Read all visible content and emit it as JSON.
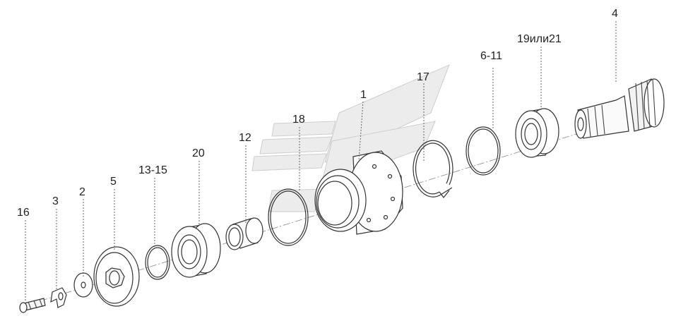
{
  "callouts": {
    "c16": "16",
    "c3": "3",
    "c2": "2",
    "c5": "5",
    "c13_15": "13-15",
    "c20": "20",
    "c12": "12",
    "c18": "18",
    "c1": "1",
    "c17": "17",
    "c6_11": "6-11",
    "c19_21": "19или21",
    "c4": "4"
  },
  "colors": {
    "line": "#333333",
    "text": "#222222",
    "watermark": "#e6e6e6",
    "background": "#ffffff"
  }
}
